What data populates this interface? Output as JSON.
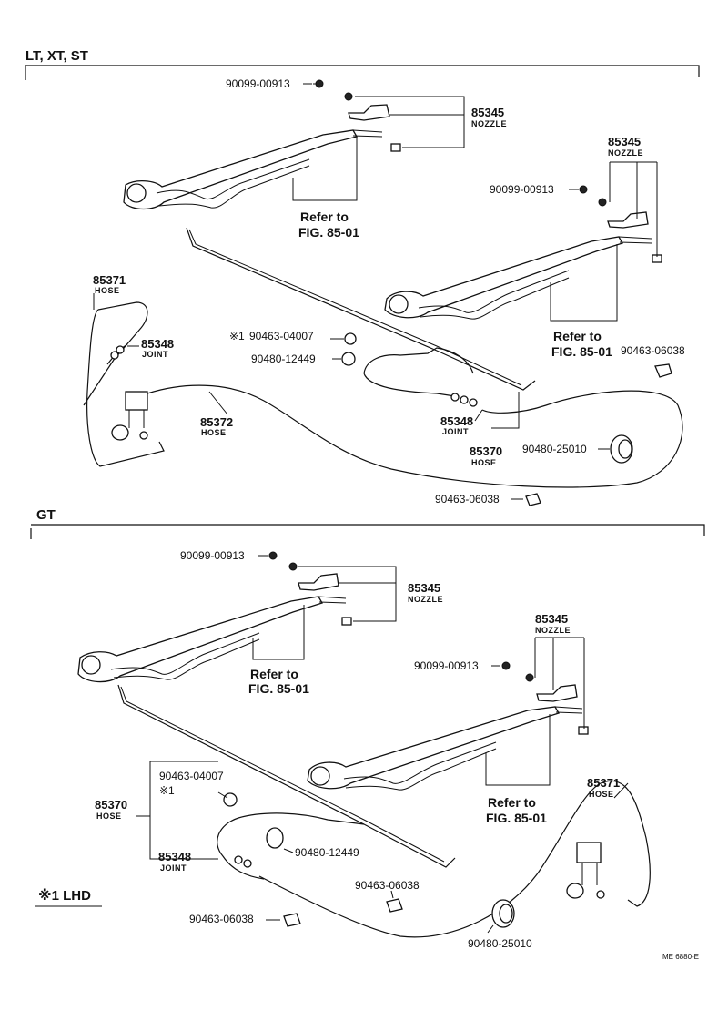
{
  "sections": {
    "top": {
      "title": "LT, XT, ST"
    },
    "bottom": {
      "title": "GT"
    }
  },
  "parts": {
    "p90099_00913": "90099-00913",
    "p85345": "85345",
    "nozzle": "NOZZLE",
    "p85371": "85371",
    "hose": "HOSE",
    "p85348": "85348",
    "joint": "JOINT",
    "p90463_04007": "90463-04007",
    "p90480_12449": "90480-12449",
    "p85372": "85372",
    "p85370": "85370",
    "p90463_06038": "90463-06038",
    "p90480_25010": "90480-25010"
  },
  "refer": {
    "line1": "Refer to",
    "line2": "FIG. 85-01"
  },
  "note_mark": "※1",
  "footnote": "※1 LHD",
  "figure_code": "ME 6880-E"
}
